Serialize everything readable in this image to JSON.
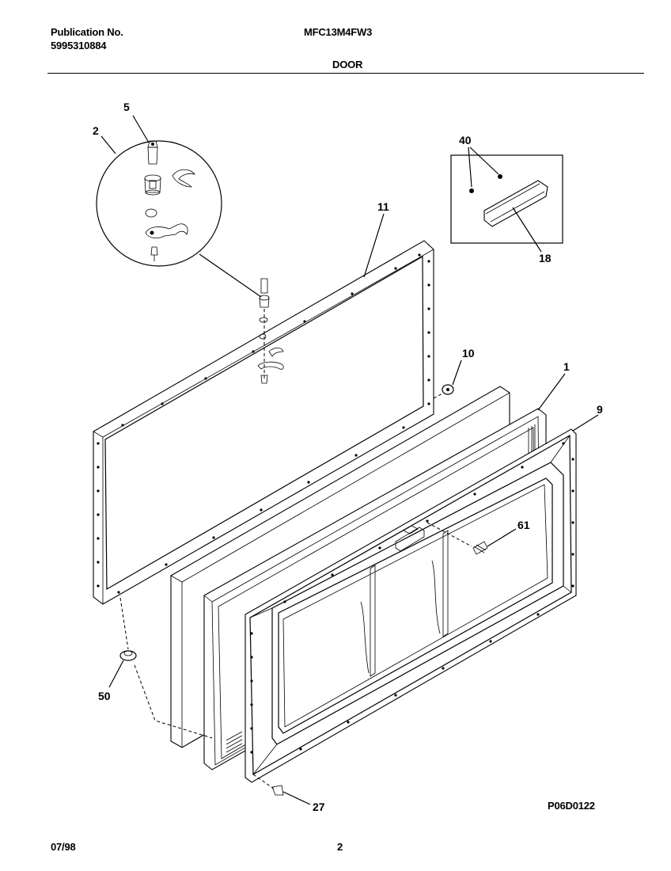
{
  "header": {
    "publication_label": "Publication No.",
    "publication_number": "5995310884",
    "model": "MFC13M4FW3",
    "section": "DOOR"
  },
  "footer": {
    "date": "07/98",
    "page": "2",
    "drawing_code": "P06D0122"
  },
  "callouts": {
    "c5": "5",
    "c2": "2",
    "c11": "11",
    "c40": "40",
    "c18": "18",
    "c10": "10",
    "c1": "1",
    "c9": "9",
    "c61": "61",
    "c50": "50",
    "c27": "27"
  }
}
